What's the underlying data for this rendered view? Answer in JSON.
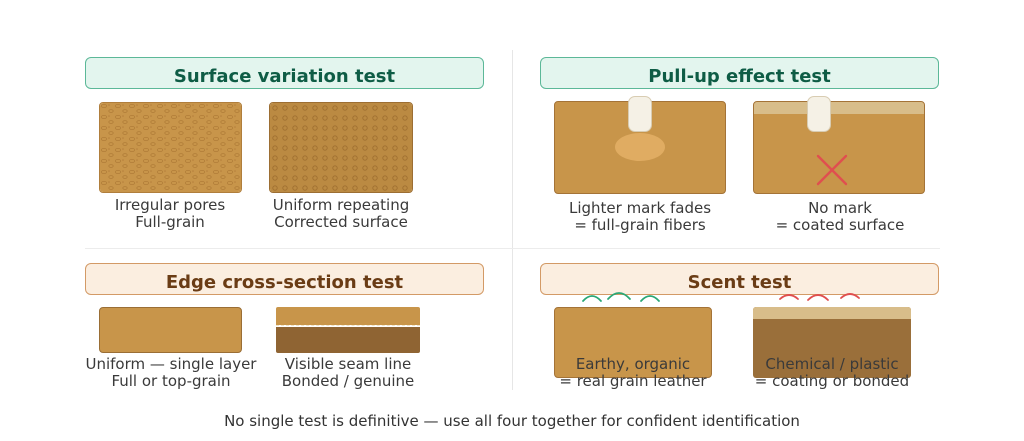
{
  "panels": {
    "surface": {
      "title": "Surface variation test",
      "left_caption": [
        "Irregular pores",
        "Full-grain"
      ],
      "right_caption": [
        "Uniform repeating",
        "Corrected surface"
      ]
    },
    "pullup": {
      "title": "Pull-up effect test",
      "left_caption": [
        "Lighter mark fades",
        "= full-grain fibers"
      ],
      "right_caption": [
        "No mark",
        "= coated surface"
      ]
    },
    "edge": {
      "title": "Edge cross-section test",
      "left_caption": [
        "Uniform — single layer",
        "Full or top-grain"
      ],
      "right_caption": [
        "Visible seam line",
        "Bonded / genuine"
      ]
    },
    "scent": {
      "title": "Scent test",
      "left_caption": [
        "Earthy, organic",
        "= real grain leather"
      ],
      "right_caption": [
        "Chemical / plastic",
        "= coating or bonded"
      ]
    }
  },
  "footer": "No single test is definitive — use all four together for confident identification",
  "colors": {
    "leather": "#c8954a",
    "leather_dark": "#8f6433",
    "green_accent": "#2aa775",
    "red_accent": "#e04f4f"
  }
}
